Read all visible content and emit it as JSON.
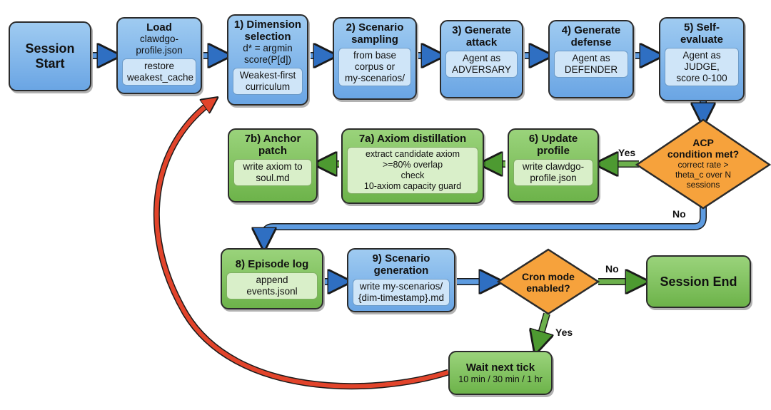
{
  "nodes": {
    "session_start": {
      "title": "Session\nStart"
    },
    "load": {
      "title": "Load",
      "sub": "clawdgo-\nprofile.json",
      "inner": "restore\nweakest_cache"
    },
    "dim_select": {
      "title": "1) Dimension\nselection",
      "sub": "d* = argmin\nscore(P[d])",
      "inner": "Weakest-first\ncurriculum"
    },
    "scenario_sampling": {
      "title": "2) Scenario\nsampling",
      "inner": "from base\ncorpus or\nmy-scenarios/"
    },
    "gen_attack": {
      "title": "3) Generate\nattack",
      "inner": "Agent as\nADVERSARY"
    },
    "gen_defense": {
      "title": "4) Generate\ndefense",
      "inner": "Agent as\nDEFENDER"
    },
    "self_eval": {
      "title": "5) Self-\nevaluate",
      "inner": "Agent as\nJUDGE,\nscore 0-100"
    },
    "acp": {
      "title": "ACP\ncondition met?",
      "sub": "correct rate >\ntheta_c over N\nsessions"
    },
    "update_profile": {
      "title": "6) Update\nprofile",
      "inner": "write clawdgo-\nprofile.json"
    },
    "axiom": {
      "title": "7a) Axiom distillation",
      "inner": "extract candidate axiom\n>=80% overlap\ncheck\n10-axiom capacity guard"
    },
    "anchor": {
      "title": "7b) Anchor\npatch",
      "inner": "write axiom to\nsoul.md"
    },
    "episode_log": {
      "title": "8) Episode log",
      "inner": "append events.jsonl"
    },
    "scenario_gen": {
      "title": "9) Scenario\ngeneration",
      "inner": "write my-scenarios/\n{dim-timestamp}.md"
    },
    "cron": {
      "title": "Cron mode\nenabled?"
    },
    "session_end": {
      "title": "Session End"
    },
    "wait": {
      "title": "Wait next tick",
      "inner": "10 min / 30 min / 1 hr"
    }
  },
  "edge_labels": {
    "acp_yes": "Yes",
    "acp_no": "No",
    "cron_no": "No",
    "cron_yes": "Yes"
  },
  "colors": {
    "blue_fill": "#7fb4ea",
    "green_fill": "#7cc05a",
    "orange_fill": "#f6a23c",
    "red_arrow": "#e2442b",
    "outline": "#2b2b2b"
  }
}
